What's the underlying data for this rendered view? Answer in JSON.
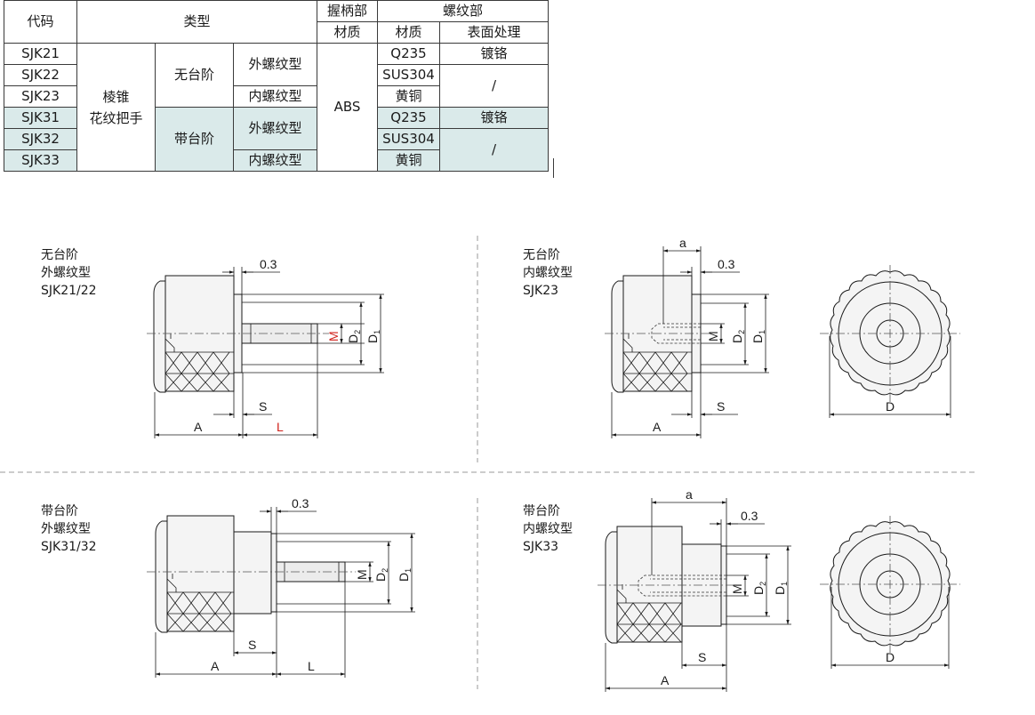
{
  "table": {
    "headers": {
      "code": "代码",
      "type": "类型",
      "grip_part": "握柄部",
      "thread_part": "螺纹部",
      "grip_material": "材质",
      "thread_material": "材质",
      "surface": "表面处理"
    },
    "type_main": "棱锥\n花纹把手",
    "type_main_line1": "棱锥",
    "type_main_line2": "花纹把手",
    "no_step": "无台阶",
    "with_step": "带台阶",
    "external_thread": "外螺纹型",
    "internal_thread": "内螺纹型",
    "grip_material_value": "ABS",
    "rows": [
      {
        "code": "SJK21",
        "material": "Q235",
        "surface": "镀铬"
      },
      {
        "code": "SJK22",
        "material": "SUS304",
        "surface": "/"
      },
      {
        "code": "SJK23",
        "material": "黄铜",
        "surface": ""
      },
      {
        "code": "SJK31",
        "material": "Q235",
        "surface": "镀铬"
      },
      {
        "code": "SJK32",
        "material": "SUS304",
        "surface": "/"
      },
      {
        "code": "SJK33",
        "material": "黄铜",
        "surface": ""
      }
    ],
    "shade_color": "#daeaea"
  },
  "drawings": {
    "tl": {
      "line1": "无台阶",
      "line2": "外螺纹型",
      "line3": "SJK21/22"
    },
    "tr": {
      "line1": "无台阶",
      "line2": "内螺纹型",
      "line3": "SJK23"
    },
    "bl": {
      "line1": "带台阶",
      "line2": "外螺纹型",
      "line3": "SJK31/32"
    },
    "br": {
      "line1": "带台阶",
      "line2": "内螺纹型",
      "line3": "SJK33"
    }
  },
  "dims": {
    "gap": "0.3",
    "a": "a",
    "A": "A",
    "S": "S",
    "L": "L",
    "M": "M",
    "D": "D",
    "D1": "D",
    "D1_sub": "1",
    "D2": "D",
    "D2_sub": "2",
    "highlight_color": "#d0201a"
  }
}
